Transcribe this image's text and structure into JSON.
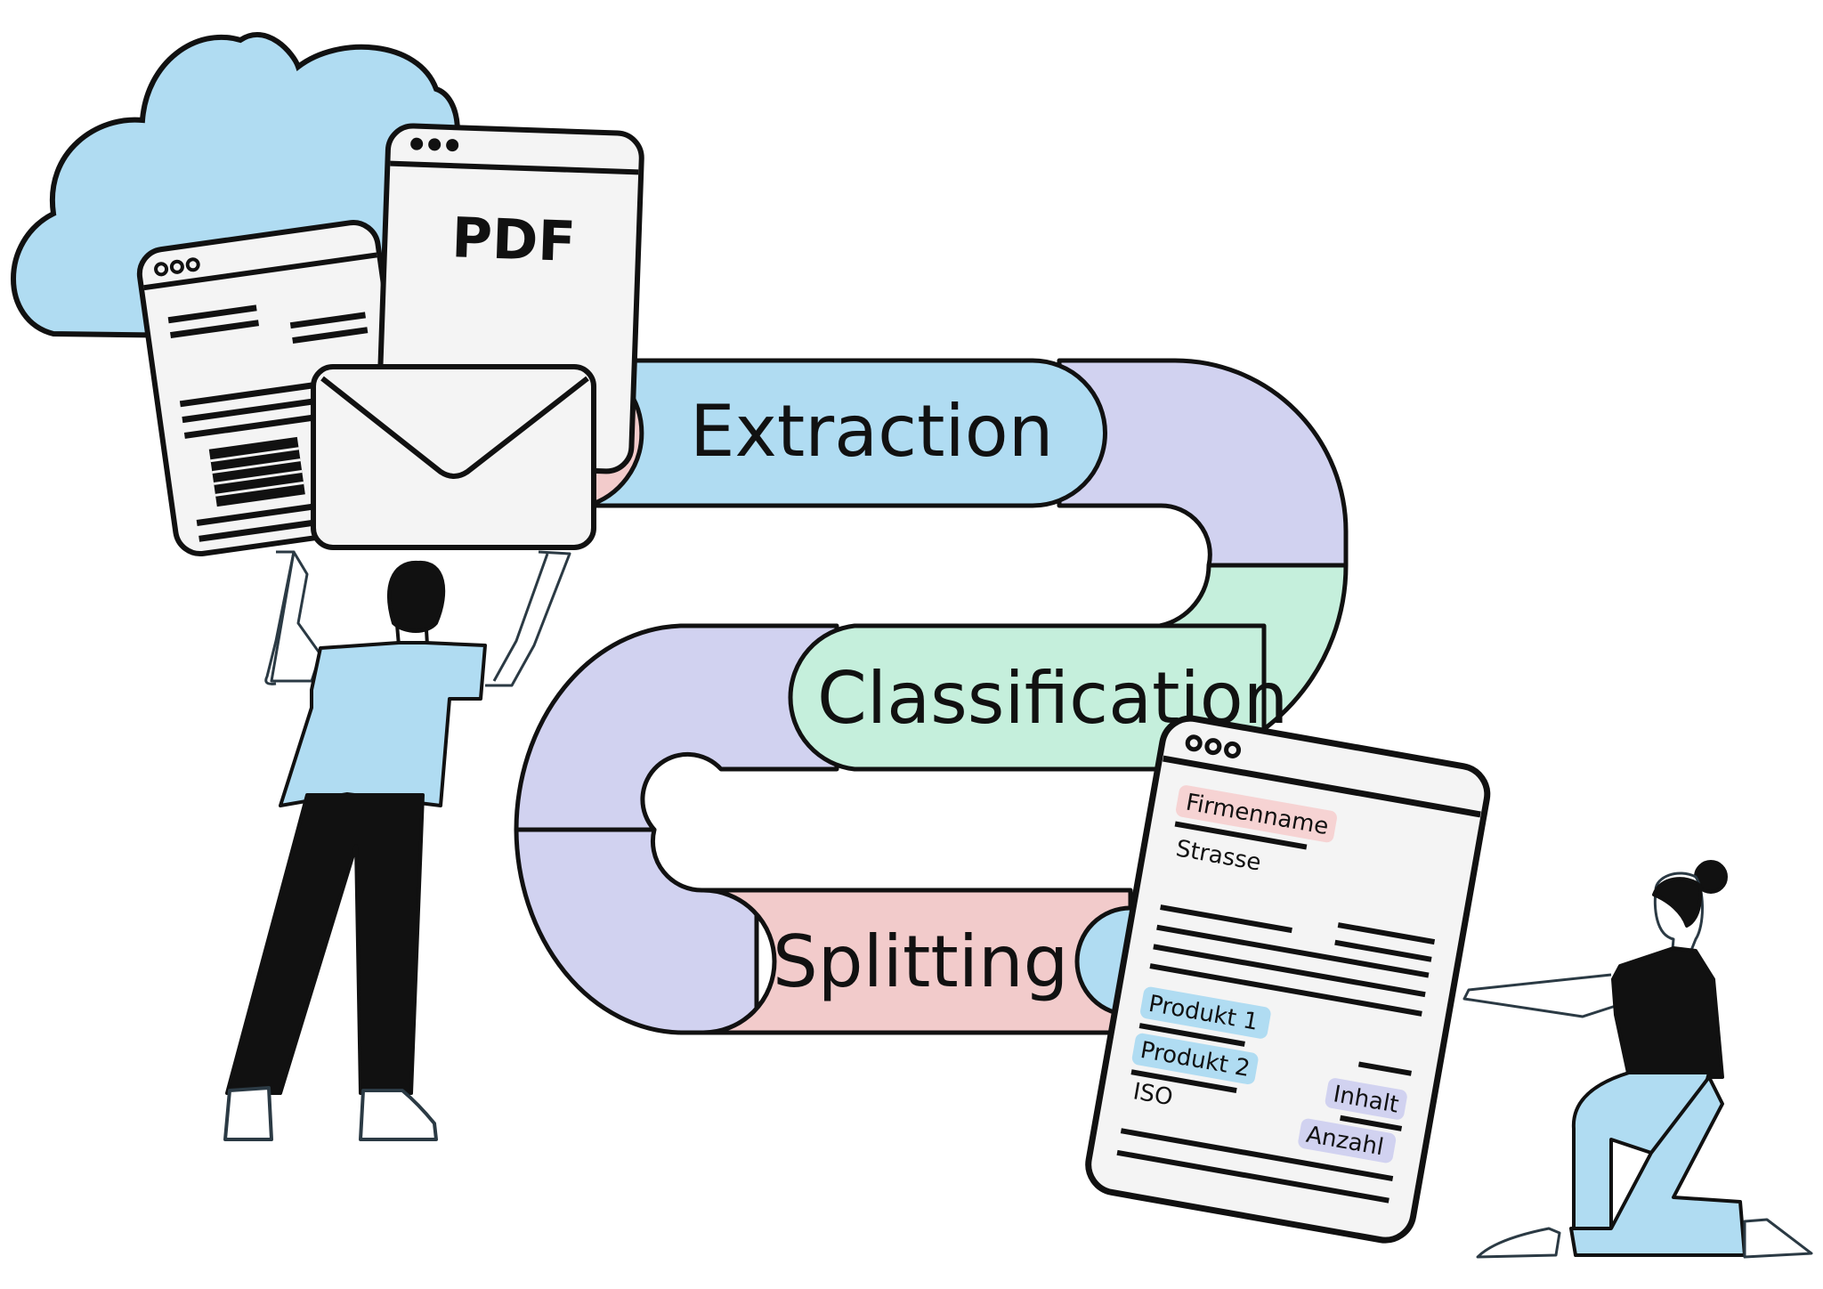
{
  "stages": [
    {
      "label": "Extraction",
      "color": "#b0dcf2"
    },
    {
      "label": "Classification",
      "color": "#c5efdc"
    },
    {
      "label": "Splitting",
      "color": "#f2cbcb"
    }
  ],
  "connector_color": "#d1d2f0",
  "stroke_color": "#111111",
  "upload_docs": {
    "pdf_label": "PDF",
    "cloud_color": "#b0dcf2",
    "paper_color": "#f4f4f4"
  },
  "result_doc": {
    "fields": [
      {
        "text": "Firmenname",
        "tag_color": "#f6d3d3"
      },
      {
        "text": "Strasse",
        "tag_color": ""
      },
      {
        "text": "Produkt 1",
        "tag_color": "#b0dcf2"
      },
      {
        "text": "Produkt 2",
        "tag_color": "#b0dcf2"
      },
      {
        "text": "ISO",
        "tag_color": ""
      },
      {
        "text": "Inhalt",
        "tag_color": "#d1d2f0"
      },
      {
        "text": "Anzahl",
        "tag_color": "#d1d2f0"
      }
    ]
  },
  "icons": [
    "cloud-icon",
    "envelope-icon",
    "pdf-document-icon",
    "web-page-document-icon",
    "person-standing-icon",
    "person-kneeling-icon"
  ]
}
